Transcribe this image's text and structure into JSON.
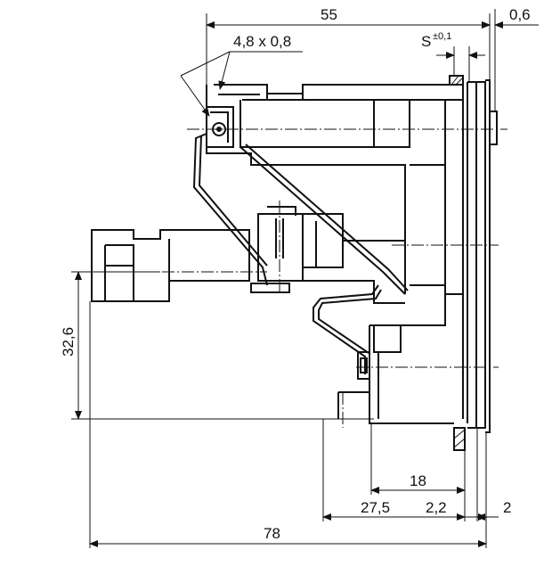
{
  "dimensions": {
    "top_length": "55",
    "flange_thickness": "0,6",
    "terminal_size": "4,8 x 0,8",
    "s_label": "S",
    "s_tolerance": "±0,1",
    "height": "32,6",
    "depth_18": "18",
    "depth_27_5": "27,5",
    "offset_2_2": "2,2",
    "offset_2": "2",
    "overall_length": "78"
  }
}
